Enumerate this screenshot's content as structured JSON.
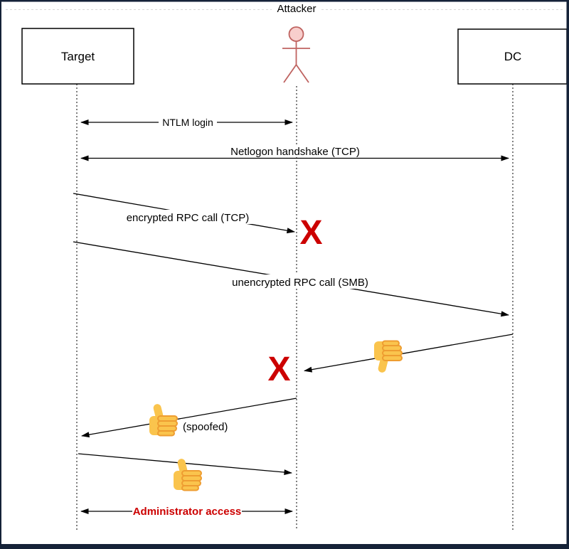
{
  "participants": {
    "target": "Target",
    "attacker": "Attacker",
    "dc": "DC"
  },
  "messages": {
    "ntlm_login": "NTLM login",
    "netlogon_handshake": "Netlogon handshake (TCP)",
    "encrypted_rpc": "encrypted RPC call (TCP)",
    "unencrypted_rpc": "unencrypted RPC call (SMB)",
    "spoofed": "(spoofed)",
    "admin_access": "Administrator access"
  },
  "marks": {
    "blocked": "X"
  },
  "icons": {
    "attacker": "stick-figure-actor-icon",
    "approved": "thumbs-up-emoji-icon",
    "denied": "thumbs-down-emoji-icon",
    "blocked": "red-x-mark"
  },
  "colors": {
    "arrow": "#000000",
    "blocked_x": "#cc0000",
    "admin_access_text": "#cc0000",
    "actor_fill": "#f8cecc",
    "actor_stroke": "#bf6360",
    "emoji_fill": "#fac44d",
    "emoji_stroke": "#ee9d31",
    "frame": "#152238",
    "lifeline": "#4b4b4b"
  }
}
